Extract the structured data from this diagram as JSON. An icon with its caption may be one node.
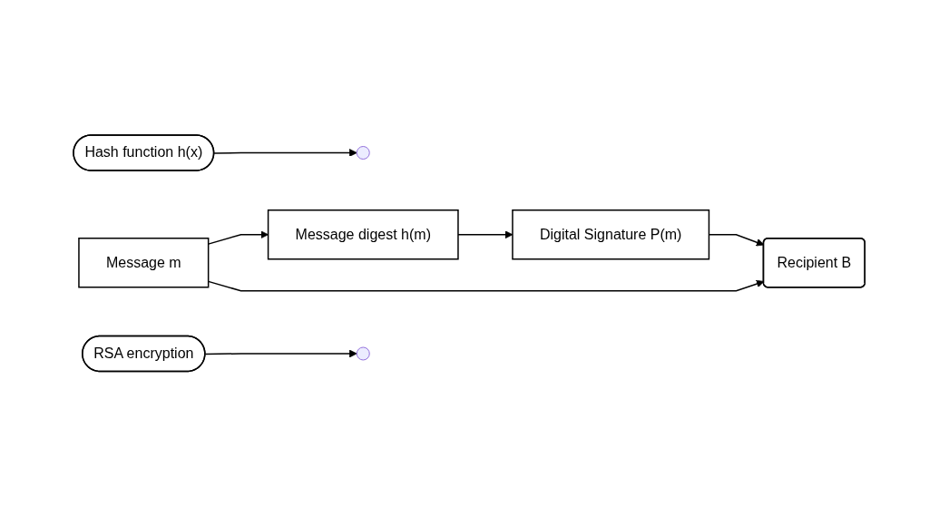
{
  "diagram": {
    "nodes": [
      {
        "text": [
          "Message m"
        ]
      },
      {
        "text": [
          "Hash function h(x)"
        ]
      },
      {
        "text": [
          "Message digest h(m)"
        ]
      },
      {
        "text": [
          "RSA encryption"
        ]
      },
      {
        "text": [
          "Digital Signature P(m)"
        ]
      },
      {
        "text": [
          "Recipient B"
        ]
      }
    ],
    "edges": [
      {
        "from": 0,
        "to": 2,
        "arrow": "to"
      },
      {
        "from": 1,
        "to": null,
        "arrow": "to"
      },
      {
        "from": 2,
        "to": 4,
        "arrow": "to"
      },
      {
        "from": 3,
        "to": null,
        "arrow": "to"
      },
      {
        "from": 0,
        "to": 5,
        "arrow": "to"
      },
      {
        "from": 4,
        "to": 5,
        "arrow": "to"
      }
    ]
  }
}
